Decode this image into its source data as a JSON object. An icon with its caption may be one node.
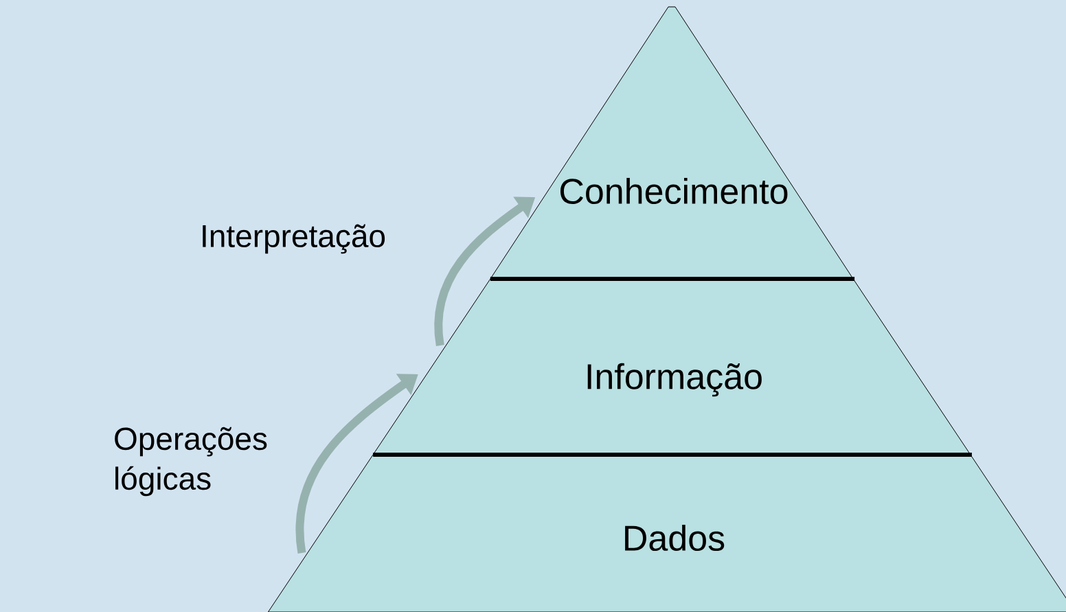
{
  "diagram": {
    "nodes": [
      {
        "text": [
          "Conhecimento"
        ]
      },
      {
        "text": [
          "Informação"
        ]
      },
      {
        "text": [
          "Dados"
        ]
      }
    ],
    "edges": [
      {
        "from": 2,
        "to": 1,
        "arrow": "to",
        "label": "Operações lógicas"
      },
      {
        "from": 1,
        "to": 0,
        "arrow": "to",
        "label": "Interpretação"
      }
    ]
  }
}
